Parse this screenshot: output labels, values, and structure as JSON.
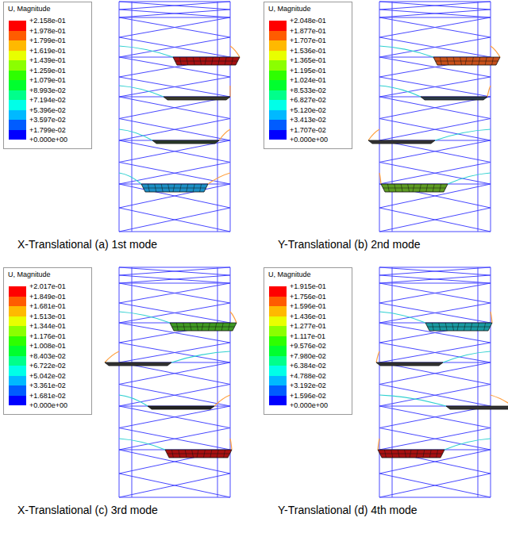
{
  "diagram": {
    "labels": [
      "U, Magnitude",
      "X-Translational (a) 1st mode",
      "U, Magnitude",
      "Y-Translational (b) 2nd mode",
      "U, Magnitude",
      "X-Translational (c) 3rd mode",
      "U, Magnitude",
      "Y-Translational (d) 4th mode"
    ],
    "legend": [
      {
        "text": "+2.158e-01",
        "color": "#ff0000"
      },
      {
        "text": "+1.978e-01",
        "color": "#ff5c00"
      },
      {
        "text": "+1.799e-01",
        "color": "#ffb900"
      },
      {
        "text": "+1.619e-01",
        "color": "#e8ff00"
      },
      {
        "text": "+1.439e-01",
        "color": "#8bff00"
      },
      {
        "text": "+1.259e-01",
        "color": "#2eff00"
      },
      {
        "text": "+1.079e-01",
        "color": "#00ff2e"
      },
      {
        "text": "+8.993e-02",
        "color": "#00ff8b"
      },
      {
        "text": "+7.194e-02",
        "color": "#00ffe8"
      },
      {
        "text": "+5.396e-02",
        "color": "#00b9ff"
      },
      {
        "text": "+3.597e-02",
        "color": "#005cff"
      },
      {
        "text": "+1.799e-02",
        "color": "#0000ff"
      },
      {
        "text": "+0.000e+00"
      },
      {
        "text": "+2.048e-01",
        "color": "#ff0000"
      },
      {
        "text": "+1.877e-01",
        "color": "#ff5c00"
      },
      {
        "text": "+1.707e-01",
        "color": "#ffb900"
      },
      {
        "text": "+1.536e-01",
        "color": "#e8ff00"
      },
      {
        "text": "+1.365e-01",
        "color": "#8bff00"
      },
      {
        "text": "+1.195e-01",
        "color": "#2eff00"
      },
      {
        "text": "+1.024e-01",
        "color": "#00ff2e"
      },
      {
        "text": "+8.533e-02",
        "color": "#00ff8b"
      },
      {
        "text": "+6.827e-02",
        "color": "#00ffe8"
      },
      {
        "text": "+5.120e-02",
        "color": "#00b9ff"
      },
      {
        "text": "+3.413e-02",
        "color": "#005cff"
      },
      {
        "text": "+1.707e-02",
        "color": "#0000ff"
      },
      {
        "text": "+0.000e+00"
      },
      {
        "text": "+2.017e-01",
        "color": "#ff0000"
      },
      {
        "text": "+1.849e-01",
        "color": "#ff5c00"
      },
      {
        "text": "+1.681e-01",
        "color": "#ffb900"
      },
      {
        "text": "+1.513e-01",
        "color": "#e8ff00"
      },
      {
        "text": "+1.344e-01",
        "color": "#8bff00"
      },
      {
        "text": "+1.176e-01",
        "color": "#2eff00"
      },
      {
        "text": "+1.008e-01",
        "color": "#00ff2e"
      },
      {
        "text": "+8.403e-02",
        "color": "#00ff8b"
      },
      {
        "text": "+6.722e-02",
        "color": "#00ffe8"
      },
      {
        "text": "+5.042e-02",
        "color": "#00b9ff"
      },
      {
        "text": "+3.361e-02",
        "color": "#005cff"
      },
      {
        "text": "+1.681e-02",
        "color": "#0000ff"
      },
      {
        "text": "+0.000e+00"
      },
      {
        "text": "+1.915e-01",
        "color": "#ff0000"
      },
      {
        "text": "+1.756e-01",
        "color": "#ff5c00"
      },
      {
        "text": "+1.596e-01",
        "color": "#ffb900"
      },
      {
        "text": "+1.436e-01",
        "color": "#e8ff00"
      },
      {
        "text": "+1.277e-01",
        "color": "#8bff00"
      },
      {
        "text": "+1.117e-01",
        "color": "#2eff00"
      },
      {
        "text": "+9.576e-02",
        "color": "#00ff2e"
      },
      {
        "text": "+7.980e-02",
        "color": "#00ff8b"
      },
      {
        "text": "+6.384e-02",
        "color": "#00ffe8"
      },
      {
        "text": "+4.788e-02",
        "color": "#00b9ff"
      },
      {
        "text": "+3.192e-02",
        "color": "#005cff"
      },
      {
        "text": "+1.596e-02",
        "color": "#0000ff"
      },
      {
        "text": "+0.000e+00"
      }
    ]
  }
}
